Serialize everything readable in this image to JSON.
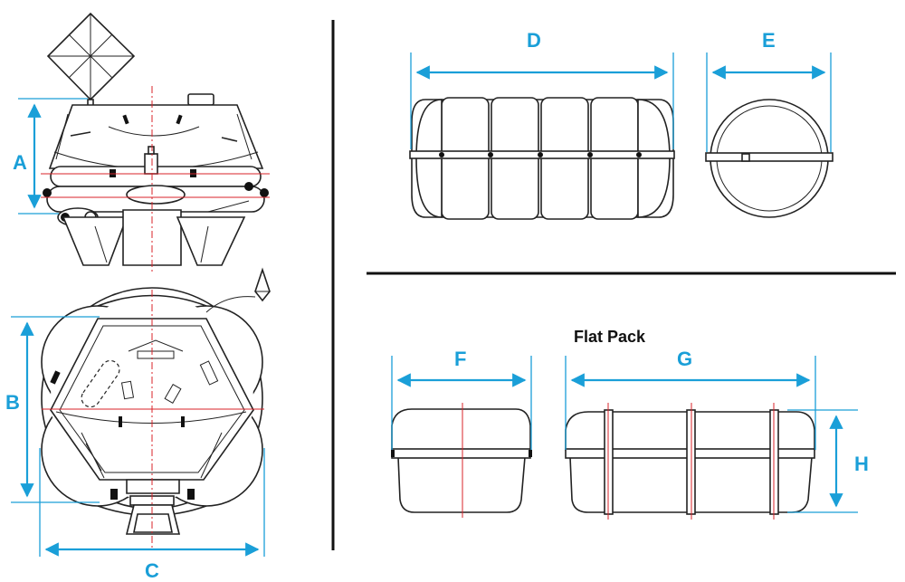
{
  "labels": {
    "a": "A",
    "b": "B",
    "c": "C",
    "d": "D",
    "e": "E",
    "f": "F",
    "g": "G",
    "h": "H"
  },
  "flat_pack_caption": "Flat Pack",
  "colors": {
    "dimension": "#1a9fd8",
    "centerline": "#d8232a",
    "outline": "#222222"
  }
}
